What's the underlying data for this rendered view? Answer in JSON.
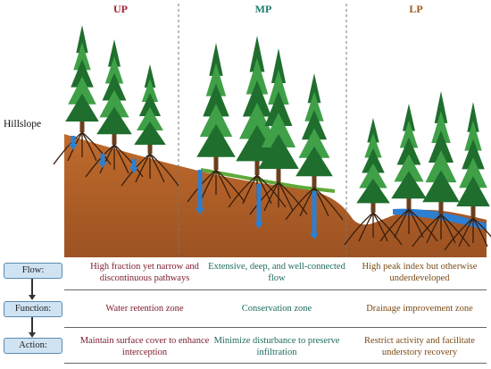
{
  "zones": {
    "up": {
      "title": "UP",
      "color": "#a01e2e"
    },
    "mp": {
      "title": "MP",
      "color": "#1d7a6a"
    },
    "lp": {
      "title": "LP",
      "color": "#a05a12"
    }
  },
  "hillslope_label": "Hillslope",
  "colors": {
    "soil": "#b5622a",
    "soil_dark": "#8e4a1c",
    "water": "#2d7fd1",
    "tree_dark": "#1f6e2d",
    "tree_light": "#3fa048",
    "trunk": "#6b3f1d",
    "box_fill": "#cfe3f3",
    "box_border": "#5a8ab0"
  },
  "rows": [
    {
      "label": "Flow:",
      "up": "High fraction yet narrow and discontinuous pathways",
      "mp": "Extensive, deep, and well-connected flow",
      "lp": "High peak index but otherwise underdeveloped"
    },
    {
      "label": "Function:",
      "up": "Water retention zone",
      "mp": "Conservation zone",
      "lp": "Drainage improvement zone"
    },
    {
      "label": "Action:",
      "up": "Maintain surface cover to enhance interception",
      "mp": "Minimize disturbance to preserve infiltration",
      "lp": "Restrict activity and facilitate understory recovery"
    }
  ]
}
